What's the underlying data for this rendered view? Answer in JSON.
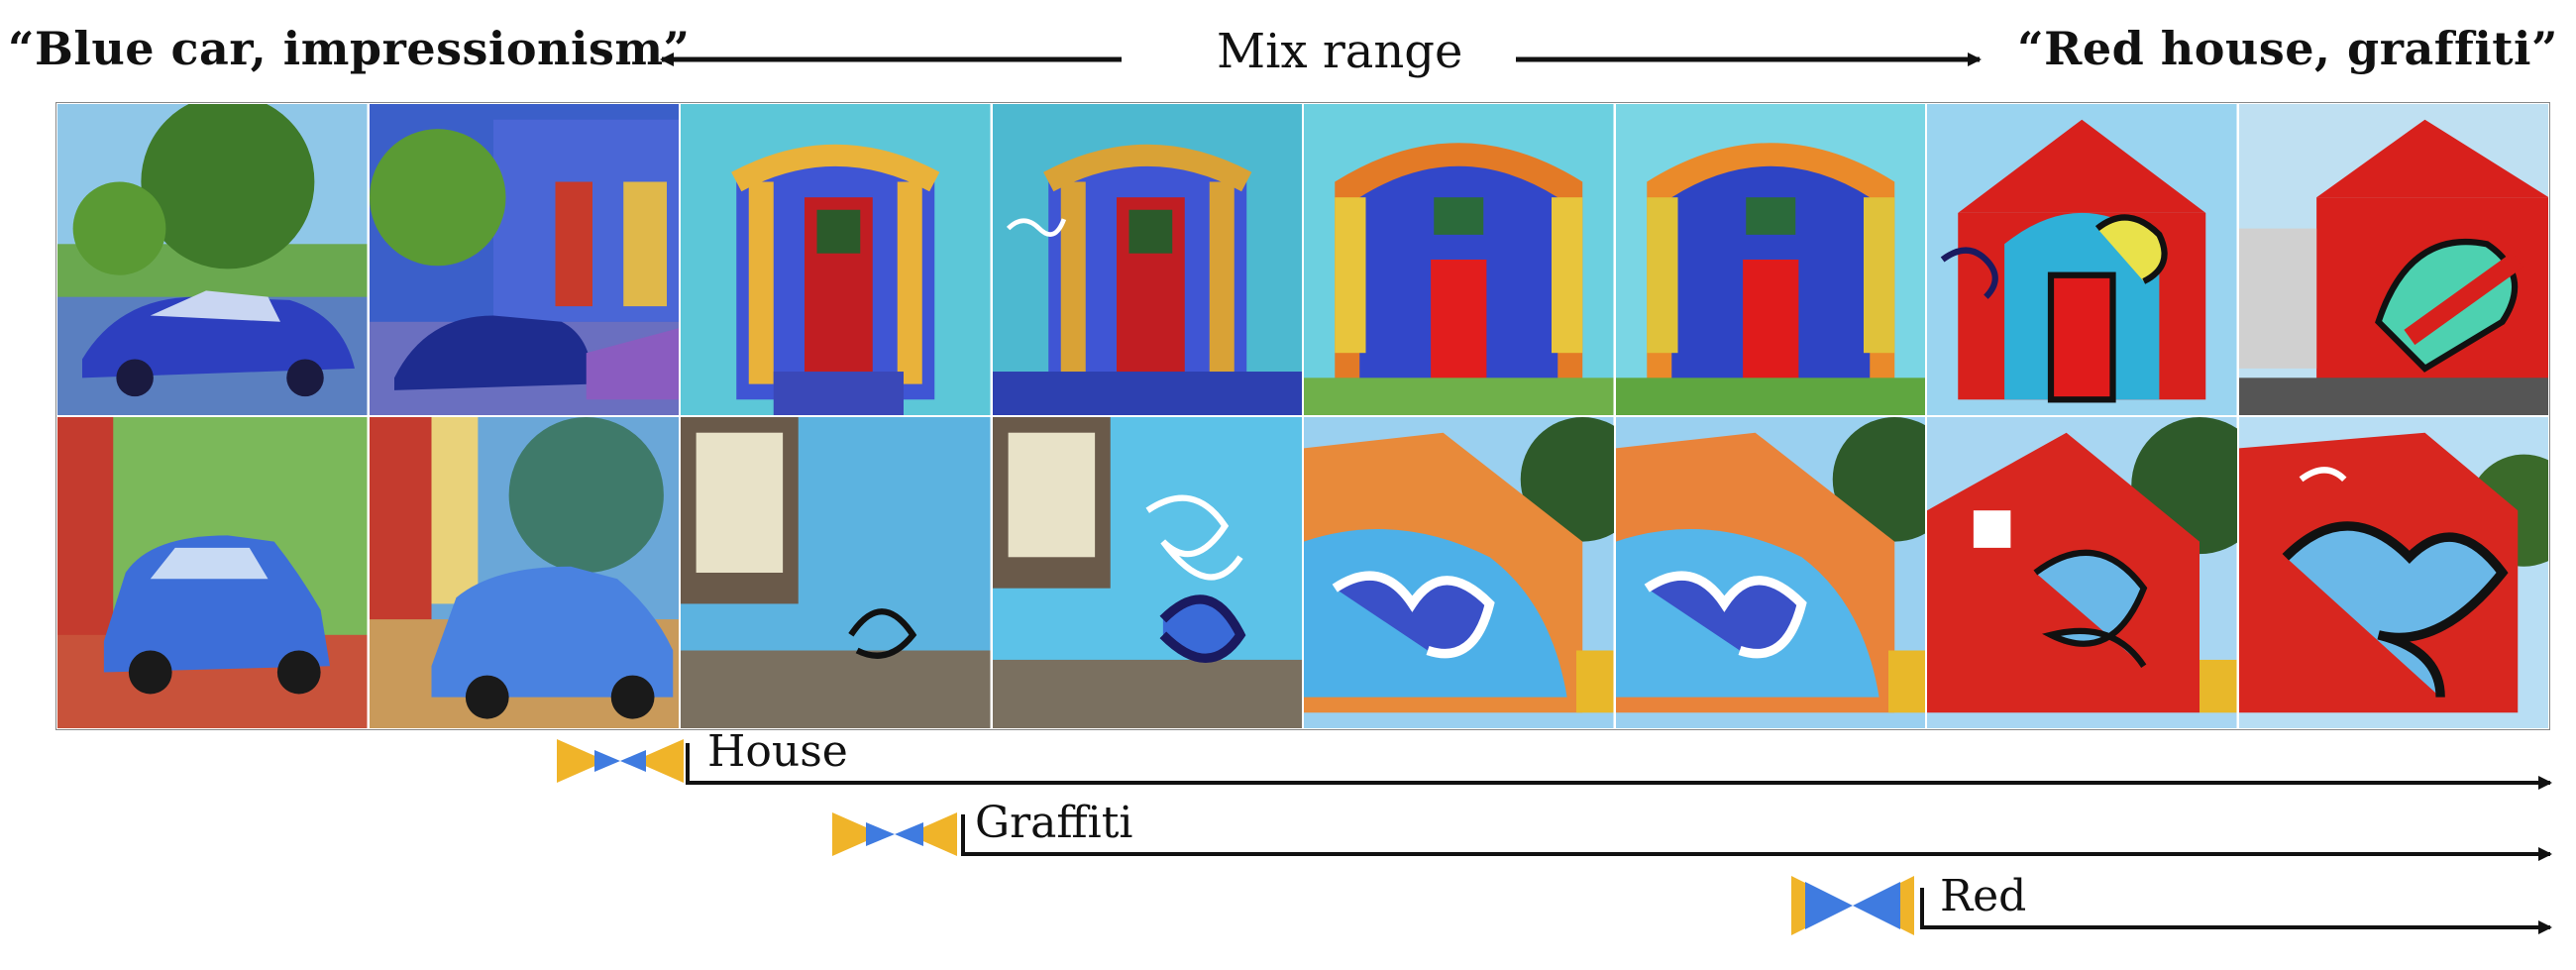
{
  "prompts": {
    "left": "“Blue car, impressionism”",
    "right": "“Red house, graffiti”"
  },
  "mix_range_label": "Mix range",
  "image_grid": {
    "rows": 2,
    "columns": 8,
    "row_1": [
      "car",
      "car-house",
      "house-door",
      "house-door",
      "house-door",
      "house-door",
      "house-graffiti",
      "house-graffiti"
    ],
    "row_2": [
      "car",
      "car",
      "house-wall",
      "house-wall-graffiti",
      "graffiti-wall",
      "graffiti-wall",
      "red-graffiti-wall",
      "red-graffiti-wall"
    ]
  },
  "timeline": [
    {
      "label": "House",
      "icon": "bowtie-icon"
    },
    {
      "label": "Graffiti",
      "icon": "bowtie-icon"
    },
    {
      "label": "Red",
      "icon": "bowtie-icon"
    }
  ],
  "colors": {
    "bowtie_outer": "#F0B429",
    "bowtie_inner": "#3F7BE0",
    "arrow": "#111111"
  }
}
